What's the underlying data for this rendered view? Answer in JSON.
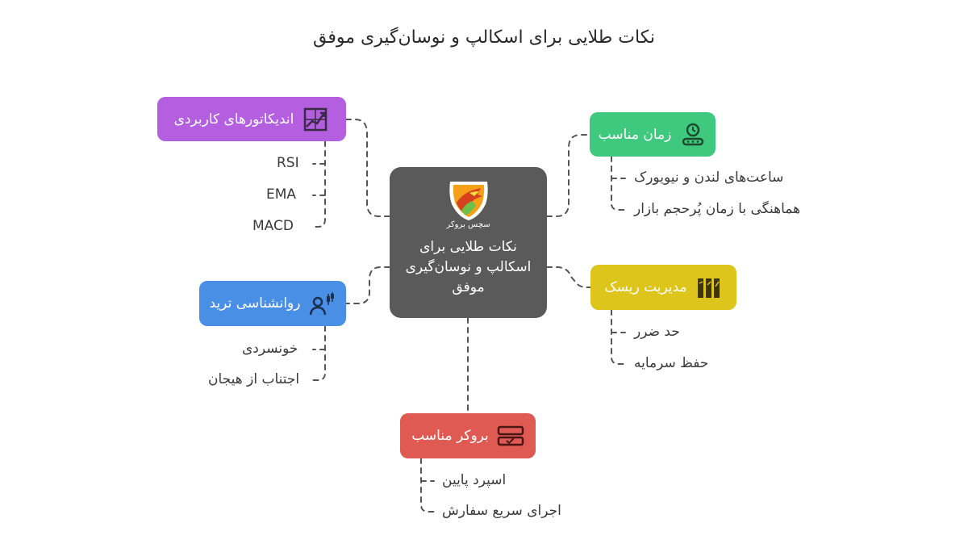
{
  "title": "نکات طلایی برای اسکالپ و نوسان‌گیری موفق",
  "center": {
    "logo_text": "سچس بروکر",
    "text": "نکات طلایی برای اسکالپ و نوسان‌گیری موفق"
  },
  "branches": {
    "indicators": {
      "label": "اندیکاتورهای کاربردی",
      "icon": "chart-growth-icon",
      "color": "#b45ee0",
      "items": [
        "RSI",
        "EMA",
        "MACD"
      ]
    },
    "timing": {
      "label": "زمان مناسب",
      "icon": "clock-conveyor-icon",
      "color": "#3ec97e",
      "items": [
        "ساعت‌های لندن و نیویورک",
        "هماهنگی با زمان پُرحجم بازار"
      ]
    },
    "psychology": {
      "label": "روانشناسی ترید",
      "icon": "trader-person-icon",
      "color": "#4a8fe6",
      "items": [
        "خونسردی",
        "اجتناب از هیجان"
      ]
    },
    "risk": {
      "label": "مدیریت ریسک",
      "icon": "strategy-blocks-icon",
      "color": "#ddc51b",
      "items": [
        "حد ضرر",
        "حفظ سرمایه"
      ]
    },
    "broker": {
      "label": "بروکر مناسب",
      "icon": "broker-card-icon",
      "color": "#e05a54",
      "items": [
        "اسپرد پایین",
        "اجرای سریع سفارش"
      ]
    }
  }
}
